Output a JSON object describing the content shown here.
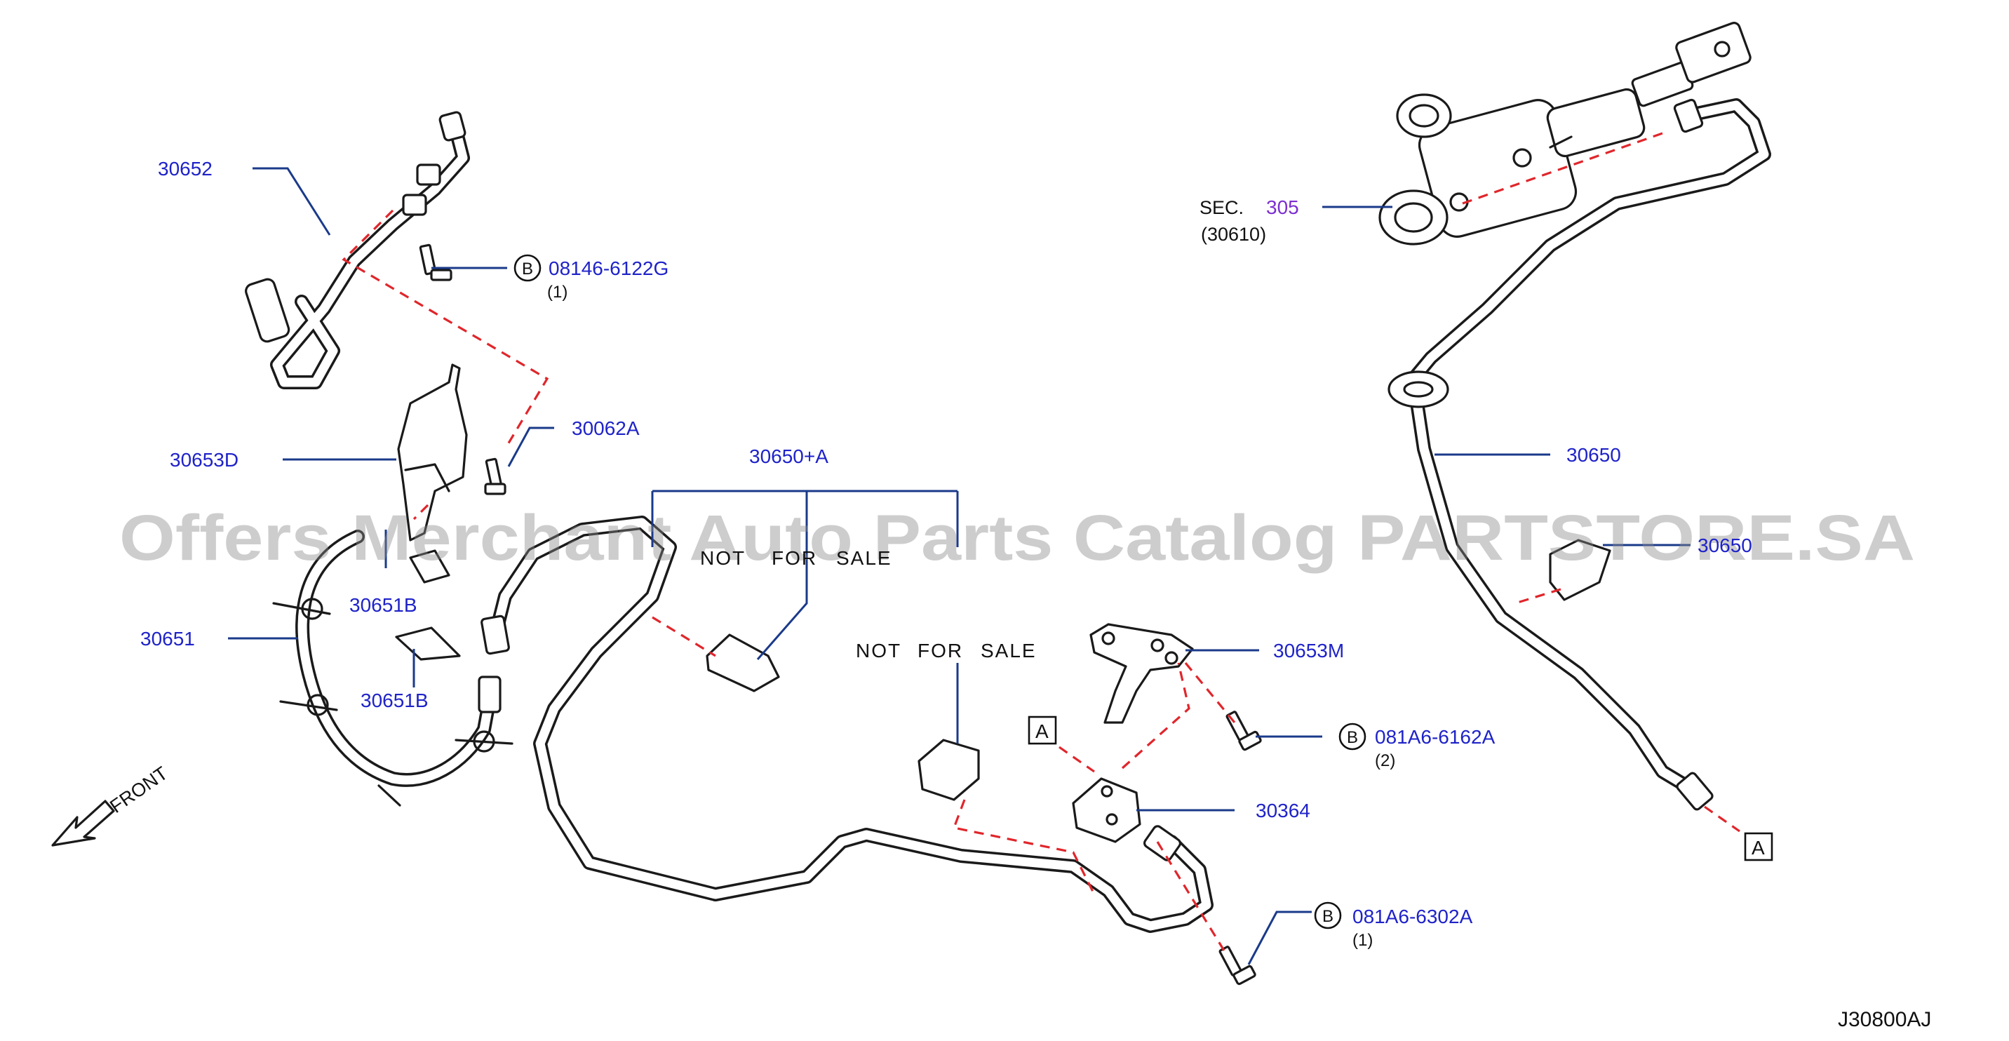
{
  "watermark": "Offers Merchant Auto Parts Catalog PARTSTORE.SA",
  "diagram_code": "J30800AJ",
  "front_label": "FRONT",
  "not_for_sale": [
    "NOT",
    "FOR",
    "SALE"
  ],
  "sec": {
    "prefix": "SEC.",
    "number": "305",
    "sub": "(30610)"
  },
  "parts": {
    "p30652": "30652",
    "p30653D": "30653D",
    "p30062A": "30062A",
    "p30651B_a": "30651B",
    "p30651B_b": "30651B",
    "p30651": "30651",
    "p30650A": "30650+A",
    "p30650": "30650",
    "p30650b": "30650",
    "p30653M": "30653M",
    "p30364": "30364"
  },
  "bolts": [
    {
      "letter": "B",
      "pn": "08146-6122G",
      "qty": "(1)"
    },
    {
      "letter": "B",
      "pn": "081A6-6162A",
      "qty": "(2)"
    },
    {
      "letter": "B",
      "pn": "081A6-6302A",
      "qty": "(1)"
    }
  ],
  "ref_boxes": [
    "A",
    "A"
  ],
  "colors": {
    "part_number": "#1f23c8",
    "section_link": "#7b2fd0",
    "leader": "#1a3a8a",
    "dash": "#e0262b"
  }
}
